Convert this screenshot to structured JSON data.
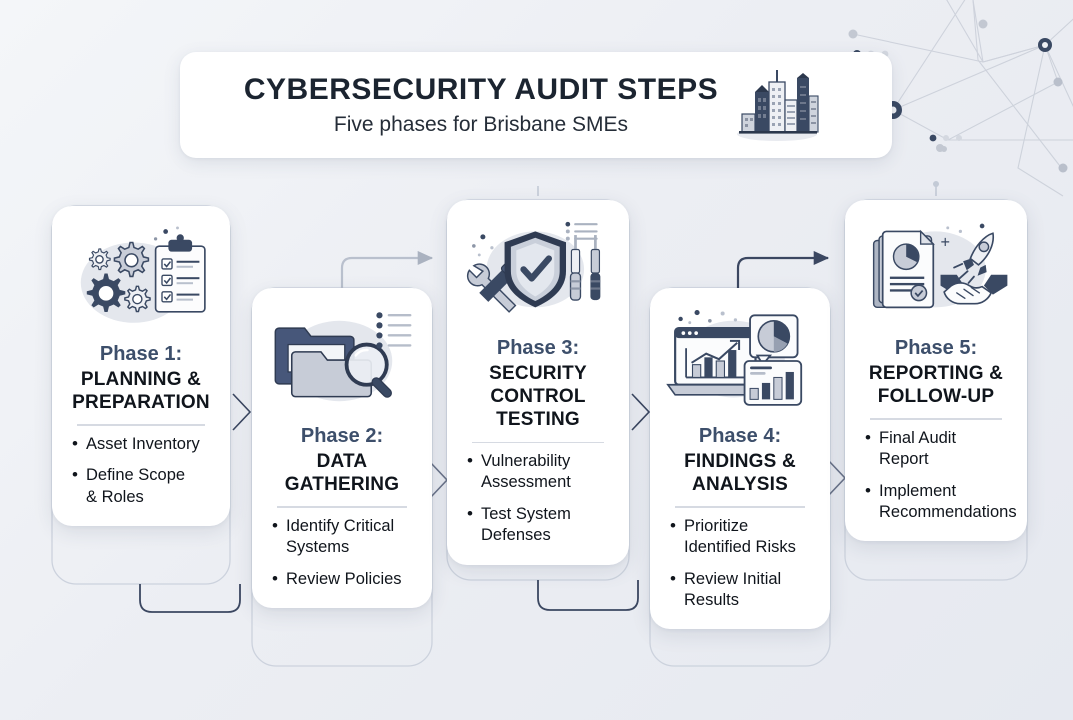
{
  "header": {
    "title": "CYBERSECURITY AUDIT STEPS",
    "subtitle": "Five phases for Brisbane SMEs",
    "icon": "city-skyline-icon"
  },
  "theme": {
    "background": "#eceef3",
    "card_background": "#ffffff",
    "title_color": "#1b2430",
    "phase_label_color": "#3d4f6b",
    "phase_name_color": "#10151c",
    "accent_navy": "#3a4a63",
    "icon_dark": "#3a4963",
    "icon_light": "#c5cbd6",
    "divider_color": "#d6dae2",
    "connector_light": "#c3cad6",
    "connector_dark": "#3b4761"
  },
  "phases": [
    {
      "label": "Phase 1:",
      "name": "PLANNING &\nPREPARATION",
      "name_lines": [
        "PLANNING &",
        "PREPARATION"
      ],
      "icon": "gears-clipboard-icon",
      "bullets": [
        "Asset Inventory",
        "Define Scope\n& Roles"
      ]
    },
    {
      "label": "Phase 2:",
      "name": "DATA\nGATHERING",
      "name_lines": [
        "DATA",
        "GATHERING"
      ],
      "icon": "folders-magnifier-icon",
      "bullets": [
        "Identify Critical\nSystems",
        "Review Policies"
      ]
    },
    {
      "label": "Phase 3:",
      "name": "SECURITY\nCONTROL\nTESTING",
      "name_lines": [
        "SECURITY",
        "CONTROL",
        "TESTING"
      ],
      "icon": "shield-tools-icon",
      "bullets": [
        "Vulnerability\nAssessment",
        "Test System\nDefenses"
      ]
    },
    {
      "label": "Phase 4:",
      "name": "FINDINGS &\nANALYSIS",
      "name_lines": [
        "FINDINGS &",
        "ANALYSIS"
      ],
      "icon": "laptop-charts-icon",
      "bullets": [
        "Prioritize\nIdentified Risks",
        "Review Initial\nResults"
      ]
    },
    {
      "label": "Phase 5:",
      "name": "REPORTING &\nFOLLOW-UP",
      "name_lines": [
        "REPORTING &",
        "FOLLOW-UP"
      ],
      "icon": "report-rocket-handshake-icon",
      "bullets": [
        "Final Audit\nReport",
        "Implement\nRecommendations"
      ]
    }
  ]
}
